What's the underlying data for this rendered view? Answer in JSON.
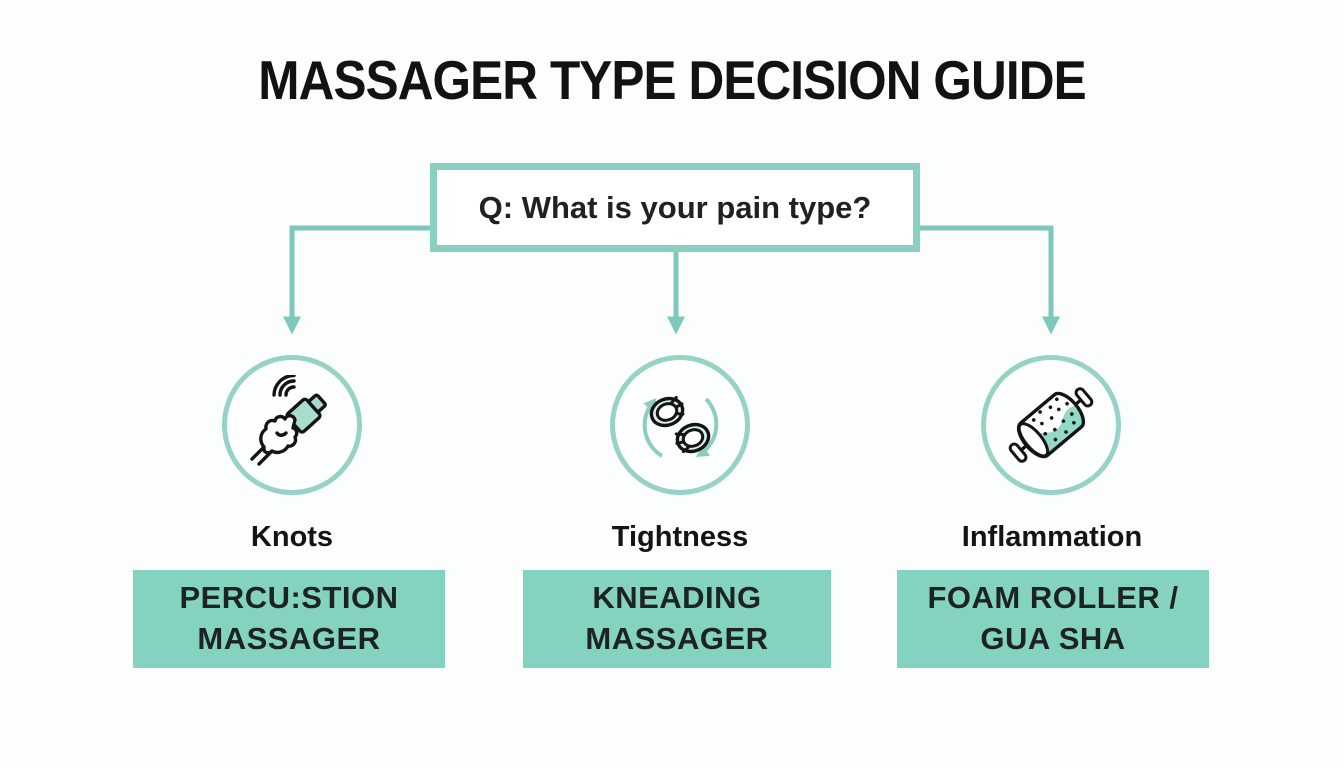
{
  "title": "MASSAGER TYPE DECISION GUIDE",
  "question": {
    "label": "Q: What is your pain type?"
  },
  "branches": [
    {
      "label": "Knots",
      "icon": "percussion-massager-icon",
      "result_line1": "PERCU:STION",
      "result_line2": "MASSAGER"
    },
    {
      "label": "Tightness",
      "icon": "kneading-massager-icon",
      "result_line1": "KNEADING",
      "result_line2": "MASSAGER"
    },
    {
      "label": "Inflammation",
      "icon": "foam-roller-icon",
      "result_line1": "FOAM ROLLER /",
      "result_line2": "GUA SHA"
    }
  ],
  "colors": {
    "background": "#fcfdfd",
    "connector_teal": "#7cc9bb",
    "question_border_teal": "#8bcfc2",
    "circle_border_teal": "#97d2c6",
    "result_box_fill": "#84d3c0",
    "icon_teal_fill": "#93d9c7",
    "text_dark": "#1c2321"
  }
}
